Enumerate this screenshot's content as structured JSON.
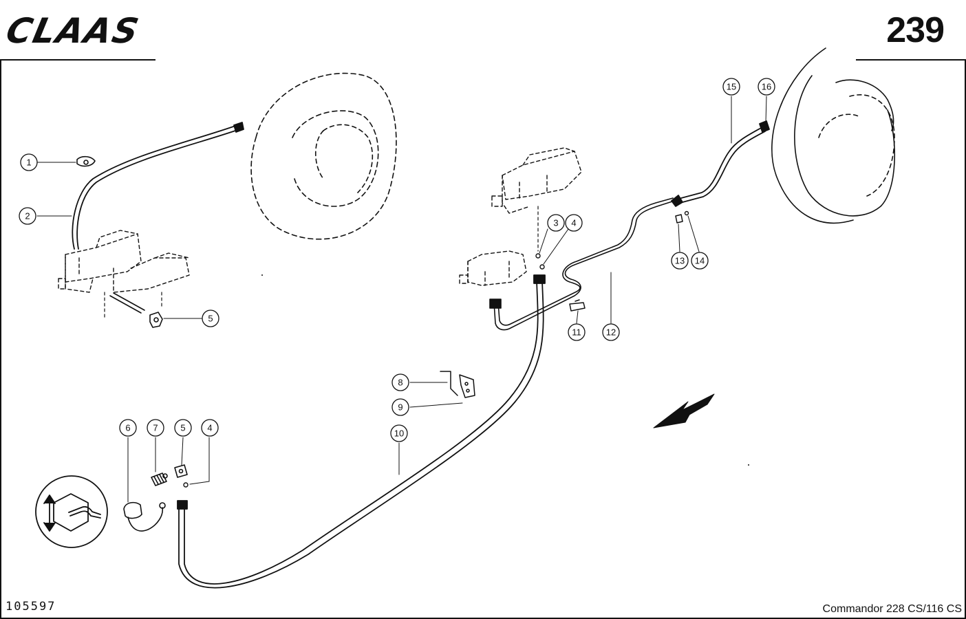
{
  "header": {
    "brand": "CLAAS",
    "page_number": "239"
  },
  "footer": {
    "drawing_number": "105597",
    "model": "Commandor 228 CS/116 CS"
  },
  "callouts": [
    {
      "id": "c1",
      "label": "1"
    },
    {
      "id": "c2",
      "label": "2"
    },
    {
      "id": "c5a",
      "label": "5"
    },
    {
      "id": "c3",
      "label": "3"
    },
    {
      "id": "c4a",
      "label": "4"
    },
    {
      "id": "c15",
      "label": "15"
    },
    {
      "id": "c16",
      "label": "16"
    },
    {
      "id": "c13",
      "label": "13"
    },
    {
      "id": "c14",
      "label": "14"
    },
    {
      "id": "c11",
      "label": "11"
    },
    {
      "id": "c12",
      "label": "12"
    },
    {
      "id": "c8",
      "label": "8"
    },
    {
      "id": "c9",
      "label": "9"
    },
    {
      "id": "c10",
      "label": "10"
    },
    {
      "id": "c6",
      "label": "6"
    },
    {
      "id": "c7",
      "label": "7"
    },
    {
      "id": "c5b",
      "label": "5"
    },
    {
      "id": "c4b",
      "label": "4"
    }
  ],
  "icons": {
    "lift_symbol": "hydraulic-lift-icon",
    "direction": "travel-direction-arrow-icon"
  }
}
